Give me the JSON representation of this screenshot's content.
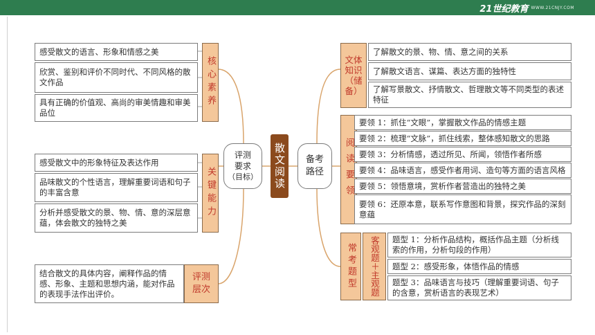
{
  "header": {
    "logo_text": "21世纪教育",
    "logo_url": "WWW.21CNJY.COM"
  },
  "center": {
    "label": "散文阅读"
  },
  "left_hub": {
    "label_line1": "评测",
    "label_line2": "要求",
    "label_line3": "（目标）"
  },
  "right_hub": {
    "label_line1": "备考",
    "label_line2": "路径"
  },
  "left_groups": [
    {
      "tag": "核心素养",
      "items": [
        "感受散文的语言、形象和情感之美",
        "欣赏、鉴别和评价不同时代、不同风格的散文作品",
        "具有正确的价值观、高尚的审美情趣和审美品位"
      ]
    },
    {
      "tag": "关键能力",
      "items": [
        "感受散文中的形象特征及表达作用",
        "品味散文的个性语言，理解重要词语和句子的丰富含意",
        "分析并感受散文的景、物、情、意的深层意蕴，体会散文的独特之美"
      ]
    },
    {
      "tag": "评测层次",
      "items": [
        "结合散文的具体内容，阐释作品的情感、形象、主题和思想内涵，能对作品的表现手法作出评价。"
      ]
    }
  ],
  "right_groups": [
    {
      "tag": "文体知识（储备）",
      "items": [
        "了解散文的景、物、情、意之间的关系",
        "了解散文语言、谋篇、表达方面的独特性",
        "了解写景散文、抒情散文、哲理散文等不同类型的表述特征"
      ]
    },
    {
      "tag": "阅读要领",
      "items": [
        "要领 1：抓住“文眼”，掌握散文作品的情感主题",
        "要领 2：梳理“文脉”，抓住线索，整体感知散文的思路",
        "要领 3：分析情感，透过所见、所闻，领悟作者所感",
        "要领 4：品味语言，感受作者用词、造句等方面的语言风格",
        "要领 5：领悟意境，赏析作者营造出的独特之美",
        "要领 6：还原本意，联系写作意图和背景，探究作品的深刻意蕴"
      ]
    },
    {
      "tag": "常考题型",
      "subtag": "客观题＋主观题",
      "items": [
        "题型 1：分析作品结构，概括作品主题（分析线索的作用，分析句段的作用）",
        "题型 2：感受形象，体悟作品的情感",
        "题型 3：品味语言与技巧（理解重要词语、句子的含意，赏析语言的表现艺术）"
      ]
    }
  ]
}
